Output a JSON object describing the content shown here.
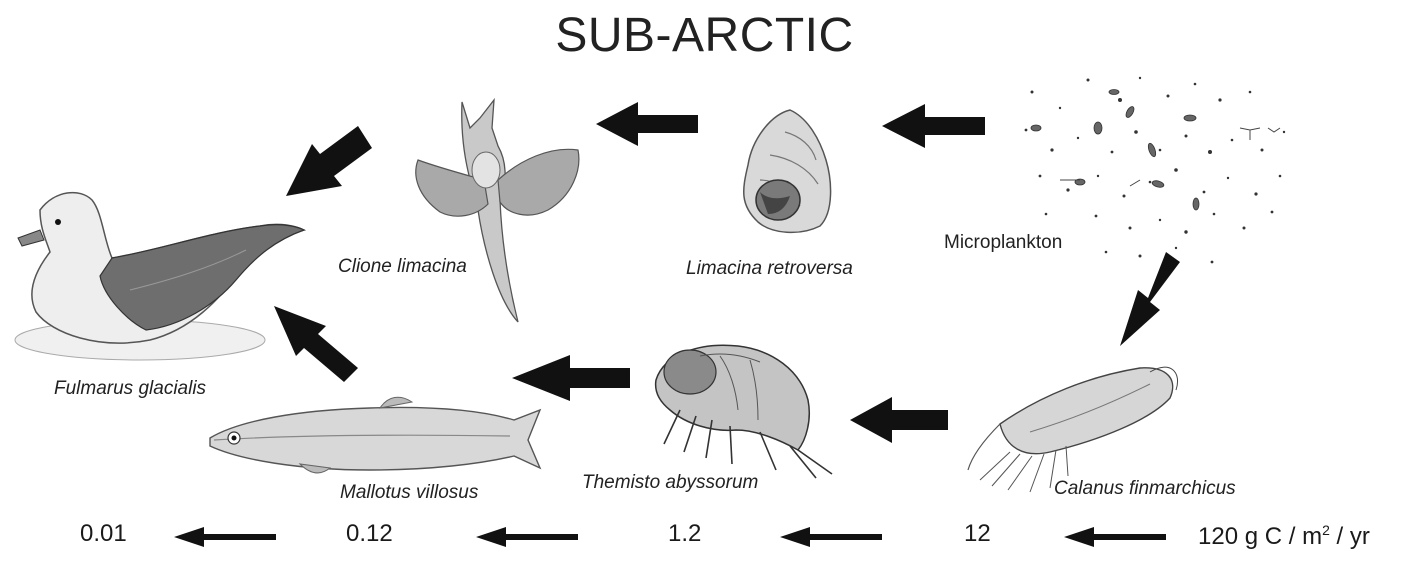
{
  "title": "SUB-ARCTIC",
  "organisms": {
    "microplankton": "Microplankton",
    "limacina": "Limacina retroversa",
    "clione": "Clione limacina",
    "fulmarus": "Fulmarus glacialis",
    "calanus": "Calanus finmarchicus",
    "themisto": "Themisto abyssorum",
    "mallotus": "Mallotus villosus"
  },
  "production": {
    "level_0": "0.01",
    "level_1": "0.12",
    "level_2": "1.2",
    "level_3": "12",
    "level_4_value": "120 g C / m",
    "level_4_exp": "2",
    "level_4_suffix": " / yr"
  },
  "icons": {
    "plankton": "microplankton-icon",
    "limacina": "sea-snail-icon",
    "clione": "sea-angel-icon",
    "fulmarus": "fulmar-bird-icon",
    "calanus": "copepod-icon",
    "themisto": "amphipod-icon",
    "mallotus": "capelin-fish-icon"
  }
}
